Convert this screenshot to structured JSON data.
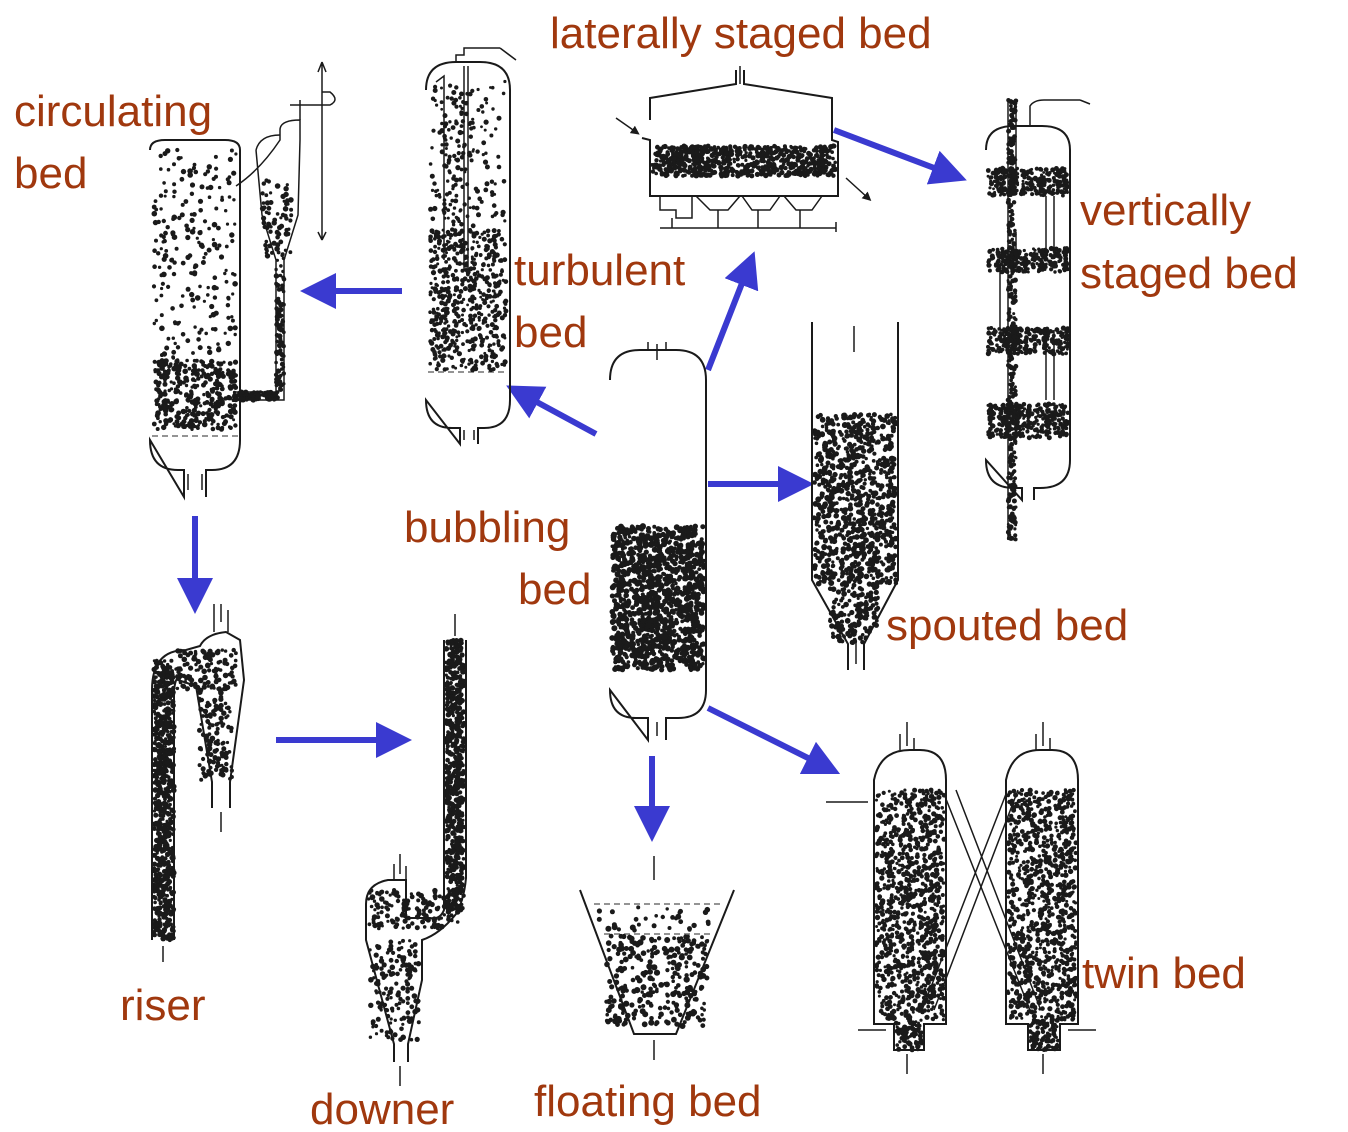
{
  "labels": {
    "laterally": "laterally staged bed",
    "circulating_1": "circulating",
    "circulating_2": "bed",
    "turbulent_1": "turbulent",
    "turbulent_2": "bed",
    "vertically_1": "vertically",
    "vertically_2": "staged bed",
    "bubbling_1": "bubbling",
    "bubbling_2": "bed",
    "spouted": "spouted bed",
    "riser": "riser",
    "downer": "downer",
    "floating": "floating bed",
    "twin": "twin bed"
  },
  "colors": {
    "label": "#a0380e",
    "arrow": "#3a3ad0",
    "vessel": "#1a1a1a"
  }
}
